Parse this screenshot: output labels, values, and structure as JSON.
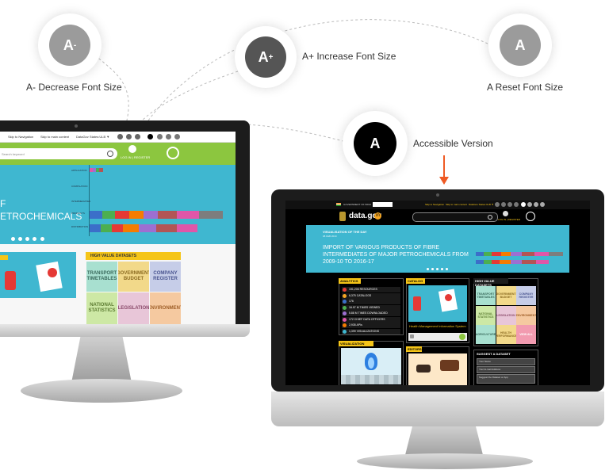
{
  "callouts": {
    "decrease": {
      "glyph": "A",
      "mark": "-",
      "label": "A- Decrease Font Size"
    },
    "increase": {
      "glyph": "A",
      "mark": "+",
      "label": "A+ Increase Font Size"
    },
    "reset": {
      "glyph": "A",
      "label": "A Reset Font Size"
    },
    "accessible": {
      "glyph": "A",
      "label": "Accessible Version"
    }
  },
  "colors": {
    "accent": "#8cc63f",
    "banner": "#3fb7d0",
    "callout_grey": "#9b9b9b",
    "callout_dark": "#555555",
    "arrow": "#ef5a24"
  },
  "left_site": {
    "topbar": {
      "skip_nav": "Skip to Navigation",
      "skip_main": "Skip to main content",
      "selector": "DataGov States:ULB ▼"
    },
    "search_placeholder": "Search keyword",
    "login": "LOG IN | REGISTER",
    "banner_lines": [
      "F",
      "ETROCHEMICALS"
    ],
    "chart_labels": [
      "APPLICATION",
      "COMPILATION",
      "INTERMEDIATES",
      "PRODUCTS",
      "DISTRIBUTION"
    ],
    "high_value_title": "HIGH VALUE DATASETS",
    "tiles": [
      "TRANSPORT TIMETABLES",
      "GOVERNMENT BUDGET",
      "COMPANY REGISTER",
      "NATIONAL STATISTICS",
      "LEGISLATION",
      "ENVIRONMENT"
    ]
  },
  "right_site": {
    "topbar": {
      "gov_label": "GOVERNMENT OF INDIA",
      "skip_nav": "Skip to Navigation",
      "skip_main": "Skip to main content",
      "selector": "DataGov States:ULB ▼"
    },
    "logo": "data.gov",
    "logo_badge": "in",
    "login": "LOG IN | REGISTER",
    "banner": {
      "kicker": "VISUALISATION OF THE DAY",
      "date": "08 FEB 2019",
      "title": "IMPORT OF VARIOUS PRODUCTS OF FIBRE INTERMEDIATES OF MAJOR PETROCHEMICALS FROM 2009-10 TO 2016-17"
    },
    "analytics": {
      "title": "ANALYTICS",
      "items": [
        "191,206 RESOURCES",
        "6,375 CATALOGS",
        "176",
        "16.97 M TIMES VIEWED",
        "5.88 M TIMES DOWNLOADED",
        "172 CHIEF DATA OFFICERS",
        "2,935 APIs",
        "1,399 VISUALIZATIONS"
      ]
    },
    "catalog": {
      "title": "CATALOG",
      "caption": "Health Management Information System"
    },
    "high_value": {
      "title": "HIGH VALUE DATASETS",
      "tiles": [
        "TRANSPORT TIMETABLES",
        "GOVERNMENT BUDGET",
        "COMPANY REGISTER",
        "NATIONAL STATISTICS",
        "LEGISLATION",
        "ENVIRONMENT",
        "AGRICULTURE",
        "HEALTH PERFORMANCE",
        "VIEW ALL"
      ]
    },
    "gallery": {
      "title": "VISUALIZATION GALLERY"
    },
    "editors": {
      "title": "EDITORS"
    },
    "suggest": {
      "title": "SUGGEST A DATASET",
      "fields": [
        "Your Name",
        "Your E-mail Address",
        "Suggest the Dataset or App"
      ]
    }
  }
}
